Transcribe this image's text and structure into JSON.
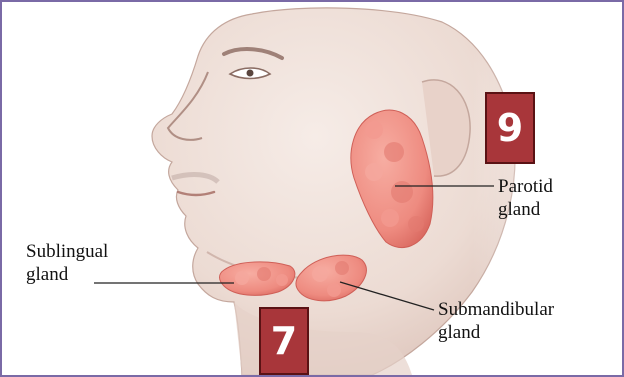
{
  "labels": {
    "parotid": [
      "Parotid",
      "gland"
    ],
    "sublingual": [
      "Sublingual",
      "gland"
    ],
    "submandibular": [
      "Submandibular",
      "gland"
    ]
  },
  "badges": {
    "parotid_number": "9",
    "submandibular_number": "7"
  },
  "colors": {
    "frame_border": "#7a6aa6",
    "badge_fill": "#a8363a",
    "skin": "#ecdbd3",
    "skin_shadow": "#c7aaa1",
    "gland": "#ef8f84",
    "gland_dark": "#d8675e"
  }
}
